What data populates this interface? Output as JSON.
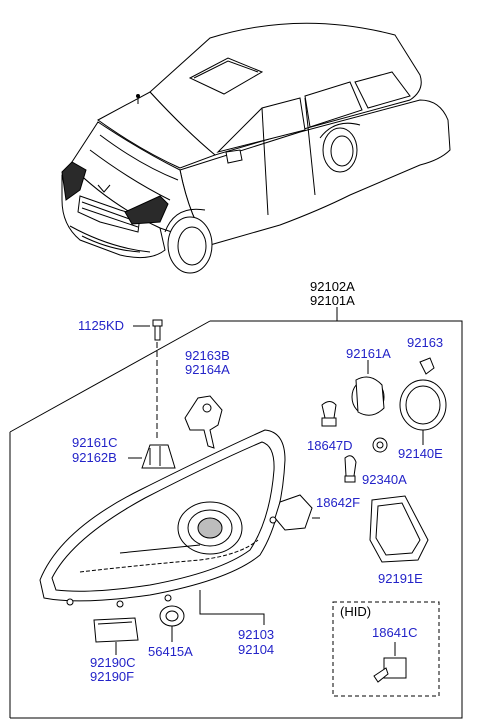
{
  "colors": {
    "callout_blue": "#2323c8",
    "black_label": "#000000",
    "line": "#000000",
    "highlight": "#111111"
  },
  "labels": {
    "assembly_top": "92102A",
    "assembly_bottom": "92101A",
    "bolt": "1125KD",
    "bracket_top": "92163B",
    "bracket_bottom": "92164A",
    "cap": "92161A",
    "small_cap": "92163",
    "lower_bracket_top": "92161C",
    "lower_bracket_bottom": "92162B",
    "bulb_a": "18647D",
    "ring": "92140E",
    "socket": "92340A",
    "bulb_b": "18642F",
    "frame": "92191E",
    "headlamp_top": "92103",
    "headlamp_bottom": "92104",
    "grommet": "56415A",
    "ballast_top": "92190C",
    "ballast_bottom": "92190F",
    "hid_title": "(HID)",
    "hid_bulb": "18641C"
  }
}
